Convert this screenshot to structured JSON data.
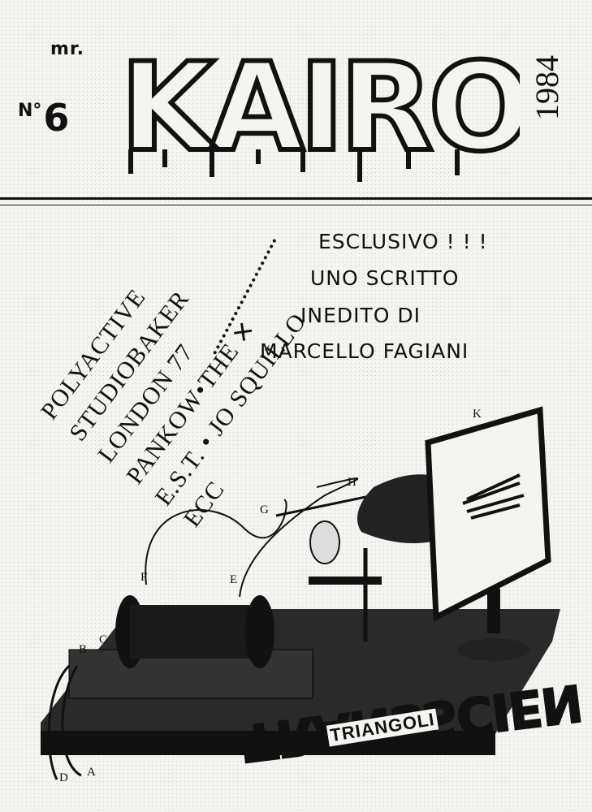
{
  "masthead": {
    "prefix": "mr.",
    "title": "KAIROLIK",
    "issue_mark": "N°",
    "issue_number": "6",
    "year": "1984"
  },
  "contents": {
    "lines": [
      "POLYACTIVE",
      "STUDIOBAKER",
      "LONDON 77",
      "PANKOW•THE ✕",
      "E.S.T. • JO SQUILLO",
      "ECC"
    ]
  },
  "notice": {
    "lines": [
      "ESCLUSIVO ! ! !",
      "UNO SCRITTO",
      "INEDITO DI",
      "MARCELLO FAGIANI"
    ]
  },
  "illustration": {
    "labels": [
      "K",
      "H",
      "G",
      "F",
      "E",
      "C",
      "B",
      "D",
      "A"
    ]
  },
  "footer": {
    "title": "TRANSSCIENTIFIC",
    "subtitle": "TRIANGOLI"
  }
}
